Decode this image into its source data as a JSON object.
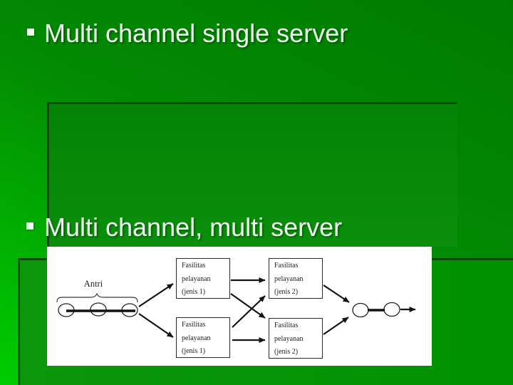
{
  "slide": {
    "bullets": [
      {
        "label": "Multi channel single server"
      },
      {
        "label": "Multi channel, multi server"
      }
    ]
  },
  "diagram": {
    "queue_label": "Antri",
    "service_boxes": [
      {
        "position": "top-left",
        "lines": [
          "Fasilitas",
          "pelayanan",
          "(jenis 1)"
        ]
      },
      {
        "position": "top-right",
        "lines": [
          "Fasilitas",
          "pelayanan",
          "(jenis 2)"
        ]
      },
      {
        "position": "bottom-left",
        "lines": [
          "Fasilitas",
          "pelayanan",
          "(jenis 1)"
        ]
      },
      {
        "position": "bottom-right",
        "lines": [
          "Fasilitas",
          "pelayanan",
          "(jenis 2)"
        ]
      }
    ]
  },
  "icons": {
    "bullet": "white-square"
  },
  "colors": {
    "background_dark": "#007b00",
    "background_bright": "#00cd00",
    "panel_green": "#0a8e0a",
    "panel_shadow": "#0d4e0d",
    "bullet_text": "#f2fcf2",
    "diagram_background": "#fefefe",
    "diagram_ink": "#1c1c1c"
  }
}
